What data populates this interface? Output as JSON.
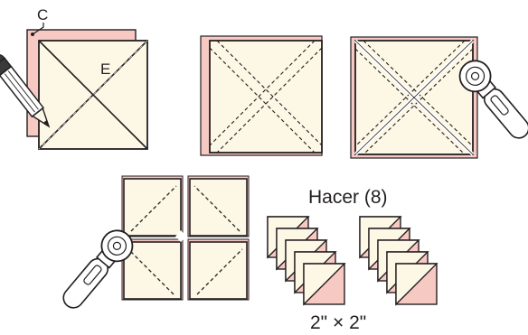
{
  "labels": {
    "fabric_c": "C",
    "fabric_e": "E",
    "make_count": "Hacer (8)",
    "unit_size": "2\" × 2\""
  },
  "colors": {
    "cream": "#fdf7e6",
    "pink": "#f7c9c3",
    "outline": "#231f20"
  },
  "icons": [
    "pencil-icon",
    "rotary-cutter-icon"
  ]
}
